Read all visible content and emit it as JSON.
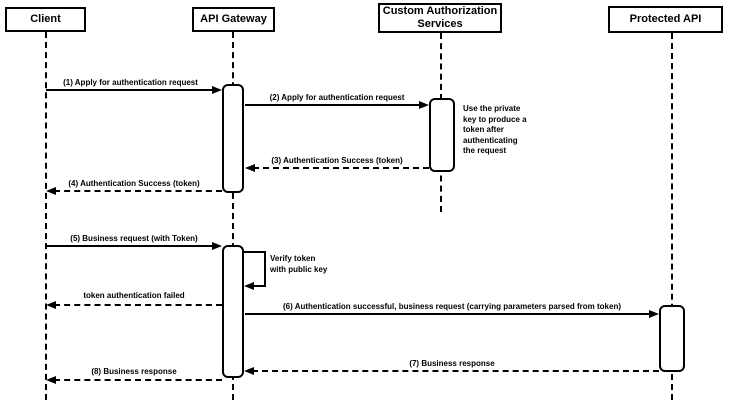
{
  "diagram_type": "uml-sequence-diagram",
  "colors": {
    "stroke": "#000000",
    "fill": "#ffffff",
    "background": "#ffffff"
  },
  "participants": [
    {
      "label": "Client"
    },
    {
      "label": "API Gateway"
    },
    {
      "label": "Custom Authorization Services"
    },
    {
      "label": "Protected API"
    }
  ],
  "messages": [
    {
      "label": "(1) Apply for authentication request",
      "from": "Client",
      "to": "API Gateway",
      "line": "solid"
    },
    {
      "label": "(2) Apply for authentication request",
      "from": "API Gateway",
      "to": "Custom Authorization Services",
      "line": "solid"
    },
    {
      "label": "(3) Authentication Success (token)",
      "from": "Custom Authorization Services",
      "to": "API Gateway",
      "line": "dashed"
    },
    {
      "label": "(4) Authentication Success (token)",
      "from": "API Gateway",
      "to": "Client",
      "line": "dashed"
    },
    {
      "label": "(5) Business request (with Token)",
      "from": "Client",
      "to": "API Gateway",
      "line": "solid"
    },
    {
      "label": "token authentication failed",
      "from": "API Gateway",
      "to": "Client",
      "line": "dashed"
    },
    {
      "label": "(6) Authentication successful, business request (carrying parameters parsed from token)",
      "from": "API Gateway",
      "to": "Protected API",
      "line": "solid"
    },
    {
      "label": "(7) Business response",
      "from": "Protected API",
      "to": "API Gateway",
      "line": "dashed"
    },
    {
      "label": "(8) Business response",
      "from": "API Gateway",
      "to": "Client",
      "line": "dashed"
    }
  ],
  "notes": {
    "private_key": {
      "text": "Use the private key to produce a token after authenticating the request",
      "attached_to": "Custom Authorization Services",
      "lines": [
        "Use the private",
        "key to produce a",
        "token after",
        "authenticating",
        "the request"
      ]
    },
    "verify_token": {
      "text": "Verify token with public key",
      "attached_to": "API Gateway",
      "type": "self-message",
      "lines": [
        "Verify token",
        "with public key"
      ]
    }
  }
}
